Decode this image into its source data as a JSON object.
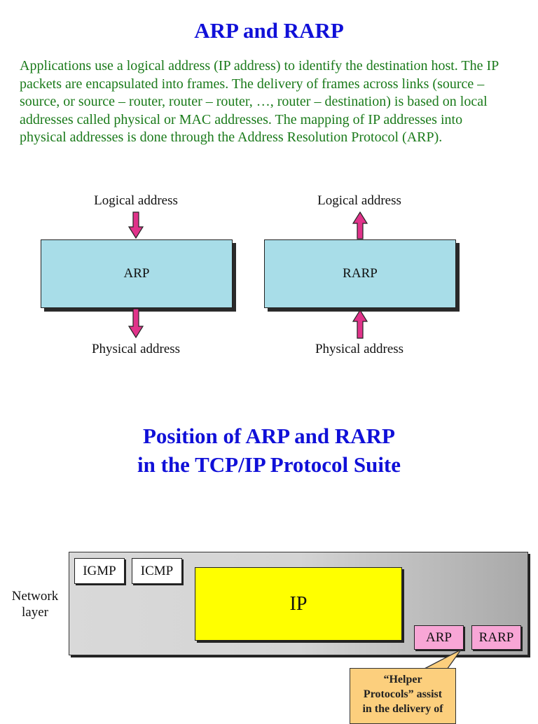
{
  "slide1": {
    "title": "ARP and RARP",
    "intro": "Applications use a logical address (IP address) to identify the destination host.  The IP\npackets are encapsulated into frames. The delivery of frames across links     (source –\nsource, or source – router, router – router, …, router – destination) is based on local\naddresses called physical or MAC addresses. The mapping of IP addresses into\nphysical addresses is done through the Address Resolution Protocol (ARP).",
    "arp": {
      "top_label": "Logical address",
      "box_label": "ARP",
      "bottom_label": "Physical address"
    },
    "rarp": {
      "top_label": "Logical address",
      "box_label": "RARP",
      "bottom_label": "Physical address"
    }
  },
  "slide2": {
    "title_line1": "Position of ARP and RARP",
    "title_line2": "in the TCP/IP Protocol Suite",
    "layer_label": "Network\nlayer",
    "boxes": {
      "igmp": "IGMP",
      "icmp": "ICMP",
      "ip": "IP",
      "arp": "ARP",
      "rarp": "RARP"
    },
    "callout": "“Helper\nProtocols” assist\nin the delivery of"
  },
  "colors": {
    "title_blue": "#1010d8",
    "text_green": "#1a7a1a",
    "box_cyan": "#a8dde8",
    "arrow_pink": "#e0338a",
    "ip_yellow": "#ffff00",
    "helper_pink": "#f8a6d6",
    "callout_orange": "#fccf7d"
  }
}
